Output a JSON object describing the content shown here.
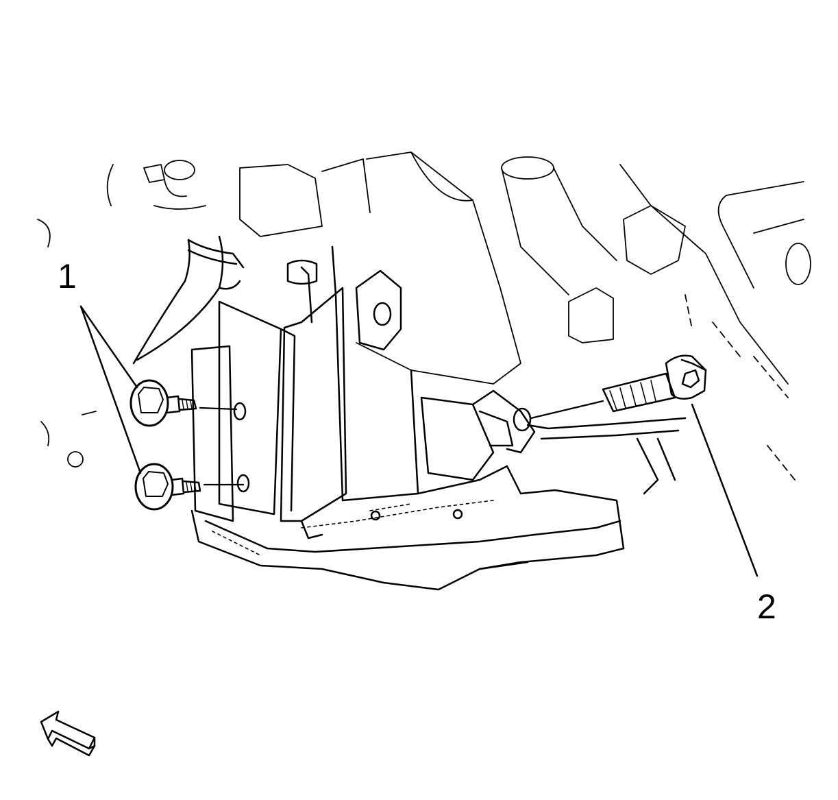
{
  "diagram": {
    "callouts": [
      {
        "id": "1",
        "label": "1"
      },
      {
        "id": "2",
        "label": "2"
      }
    ],
    "direction_arrow": "front-direction-arrow-icon",
    "colors": {
      "line": "#000000",
      "background": "#ffffff"
    }
  }
}
